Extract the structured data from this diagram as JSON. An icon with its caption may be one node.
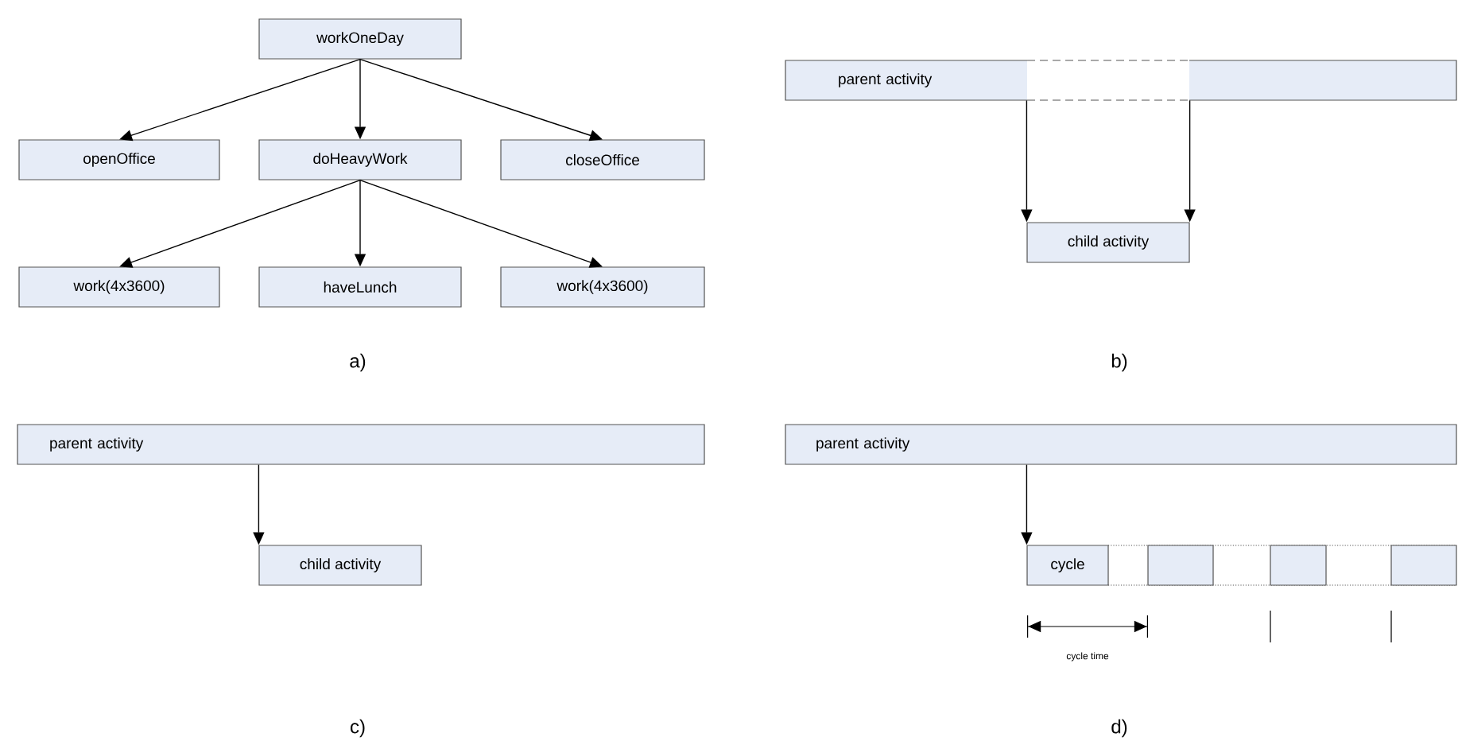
{
  "diagram": {
    "nodes": [
      {
        "text": [
          "workOneDay"
        ]
      },
      {
        "text": [
          "openOffice"
        ]
      },
      {
        "text": [
          "doHeavyWork"
        ]
      },
      {
        "text": [
          "closeOffice"
        ]
      },
      {
        "text": [
          "work(4x3600)"
        ]
      },
      {
        "text": [
          "haveLunch"
        ]
      },
      {
        "text": [
          "work(4x3600)"
        ]
      },
      {
        "text": [
          "parent activity"
        ]
      },
      {
        "text": [
          "child activity"
        ]
      },
      {
        "text": [
          "parent activity"
        ]
      },
      {
        "text": [
          "child activity"
        ]
      },
      {
        "text": [
          "parent activity"
        ]
      },
      {
        "text": [
          "cycle"
        ]
      },
      {
        "text": [],
        "shape": "box"
      },
      {
        "text": [],
        "shape": "box"
      },
      {
        "text": [],
        "shape": "box"
      }
    ],
    "edges": [
      {
        "from": 0,
        "to": 1,
        "arrow": "to"
      },
      {
        "from": 0,
        "to": 2,
        "arrow": "to"
      },
      {
        "from": 0,
        "to": 3,
        "arrow": "to"
      },
      {
        "from": 2,
        "to": 4,
        "arrow": "to"
      },
      {
        "from": 2,
        "to": 5,
        "arrow": "to"
      },
      {
        "from": 2,
        "to": 6,
        "arrow": "to"
      },
      {
        "from": 7,
        "to": 8,
        "arrow": "to"
      },
      {
        "from": 7,
        "to": 8,
        "arrow": "to"
      },
      {
        "from": 9,
        "to": 10,
        "arrow": "to"
      },
      {
        "from": 11,
        "to": 12,
        "arrow": "to"
      }
    ],
    "labels": [
      "a)",
      "b)",
      "cycle time",
      "c)",
      "d)"
    ]
  }
}
